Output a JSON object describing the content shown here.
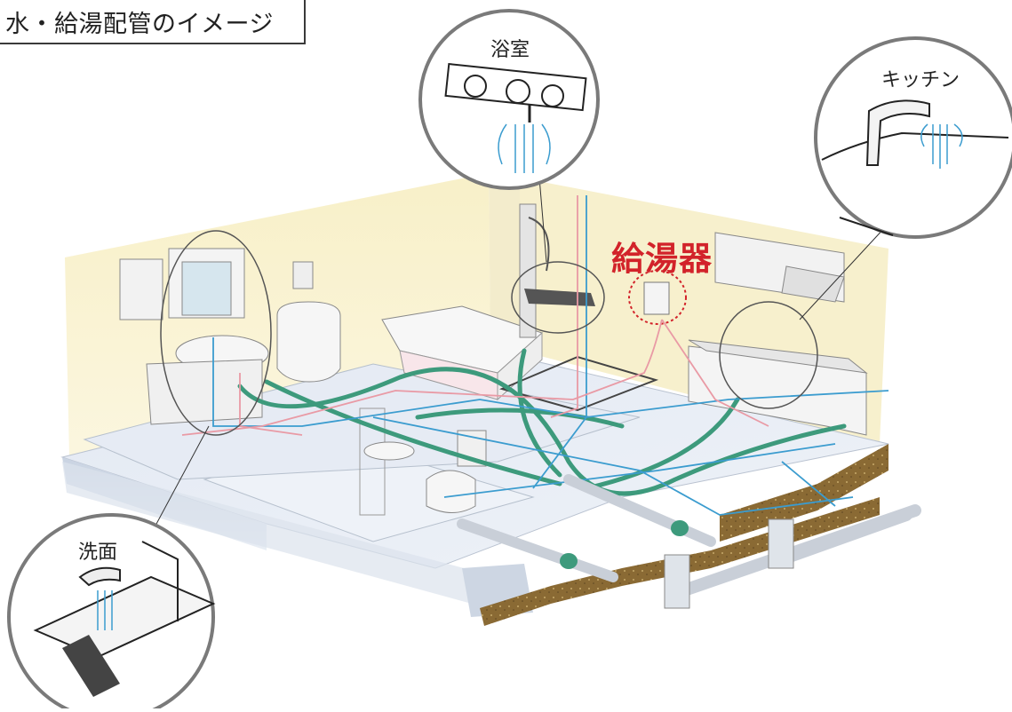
{
  "title": "水・給湯配管のイメージ",
  "callouts": {
    "bathroom": "浴室",
    "kitchen": "キッチン",
    "washroom": "洗面"
  },
  "water_heater_label": "給湯器",
  "colors": {
    "hot_water_pipe": "#e99aa5",
    "cold_water_pipe": "#3b9ccf",
    "drain_pipe": "#3d9a7c",
    "wall": "#f6efc4",
    "floor": "#e7edf6",
    "label_red": "#d2232a"
  }
}
